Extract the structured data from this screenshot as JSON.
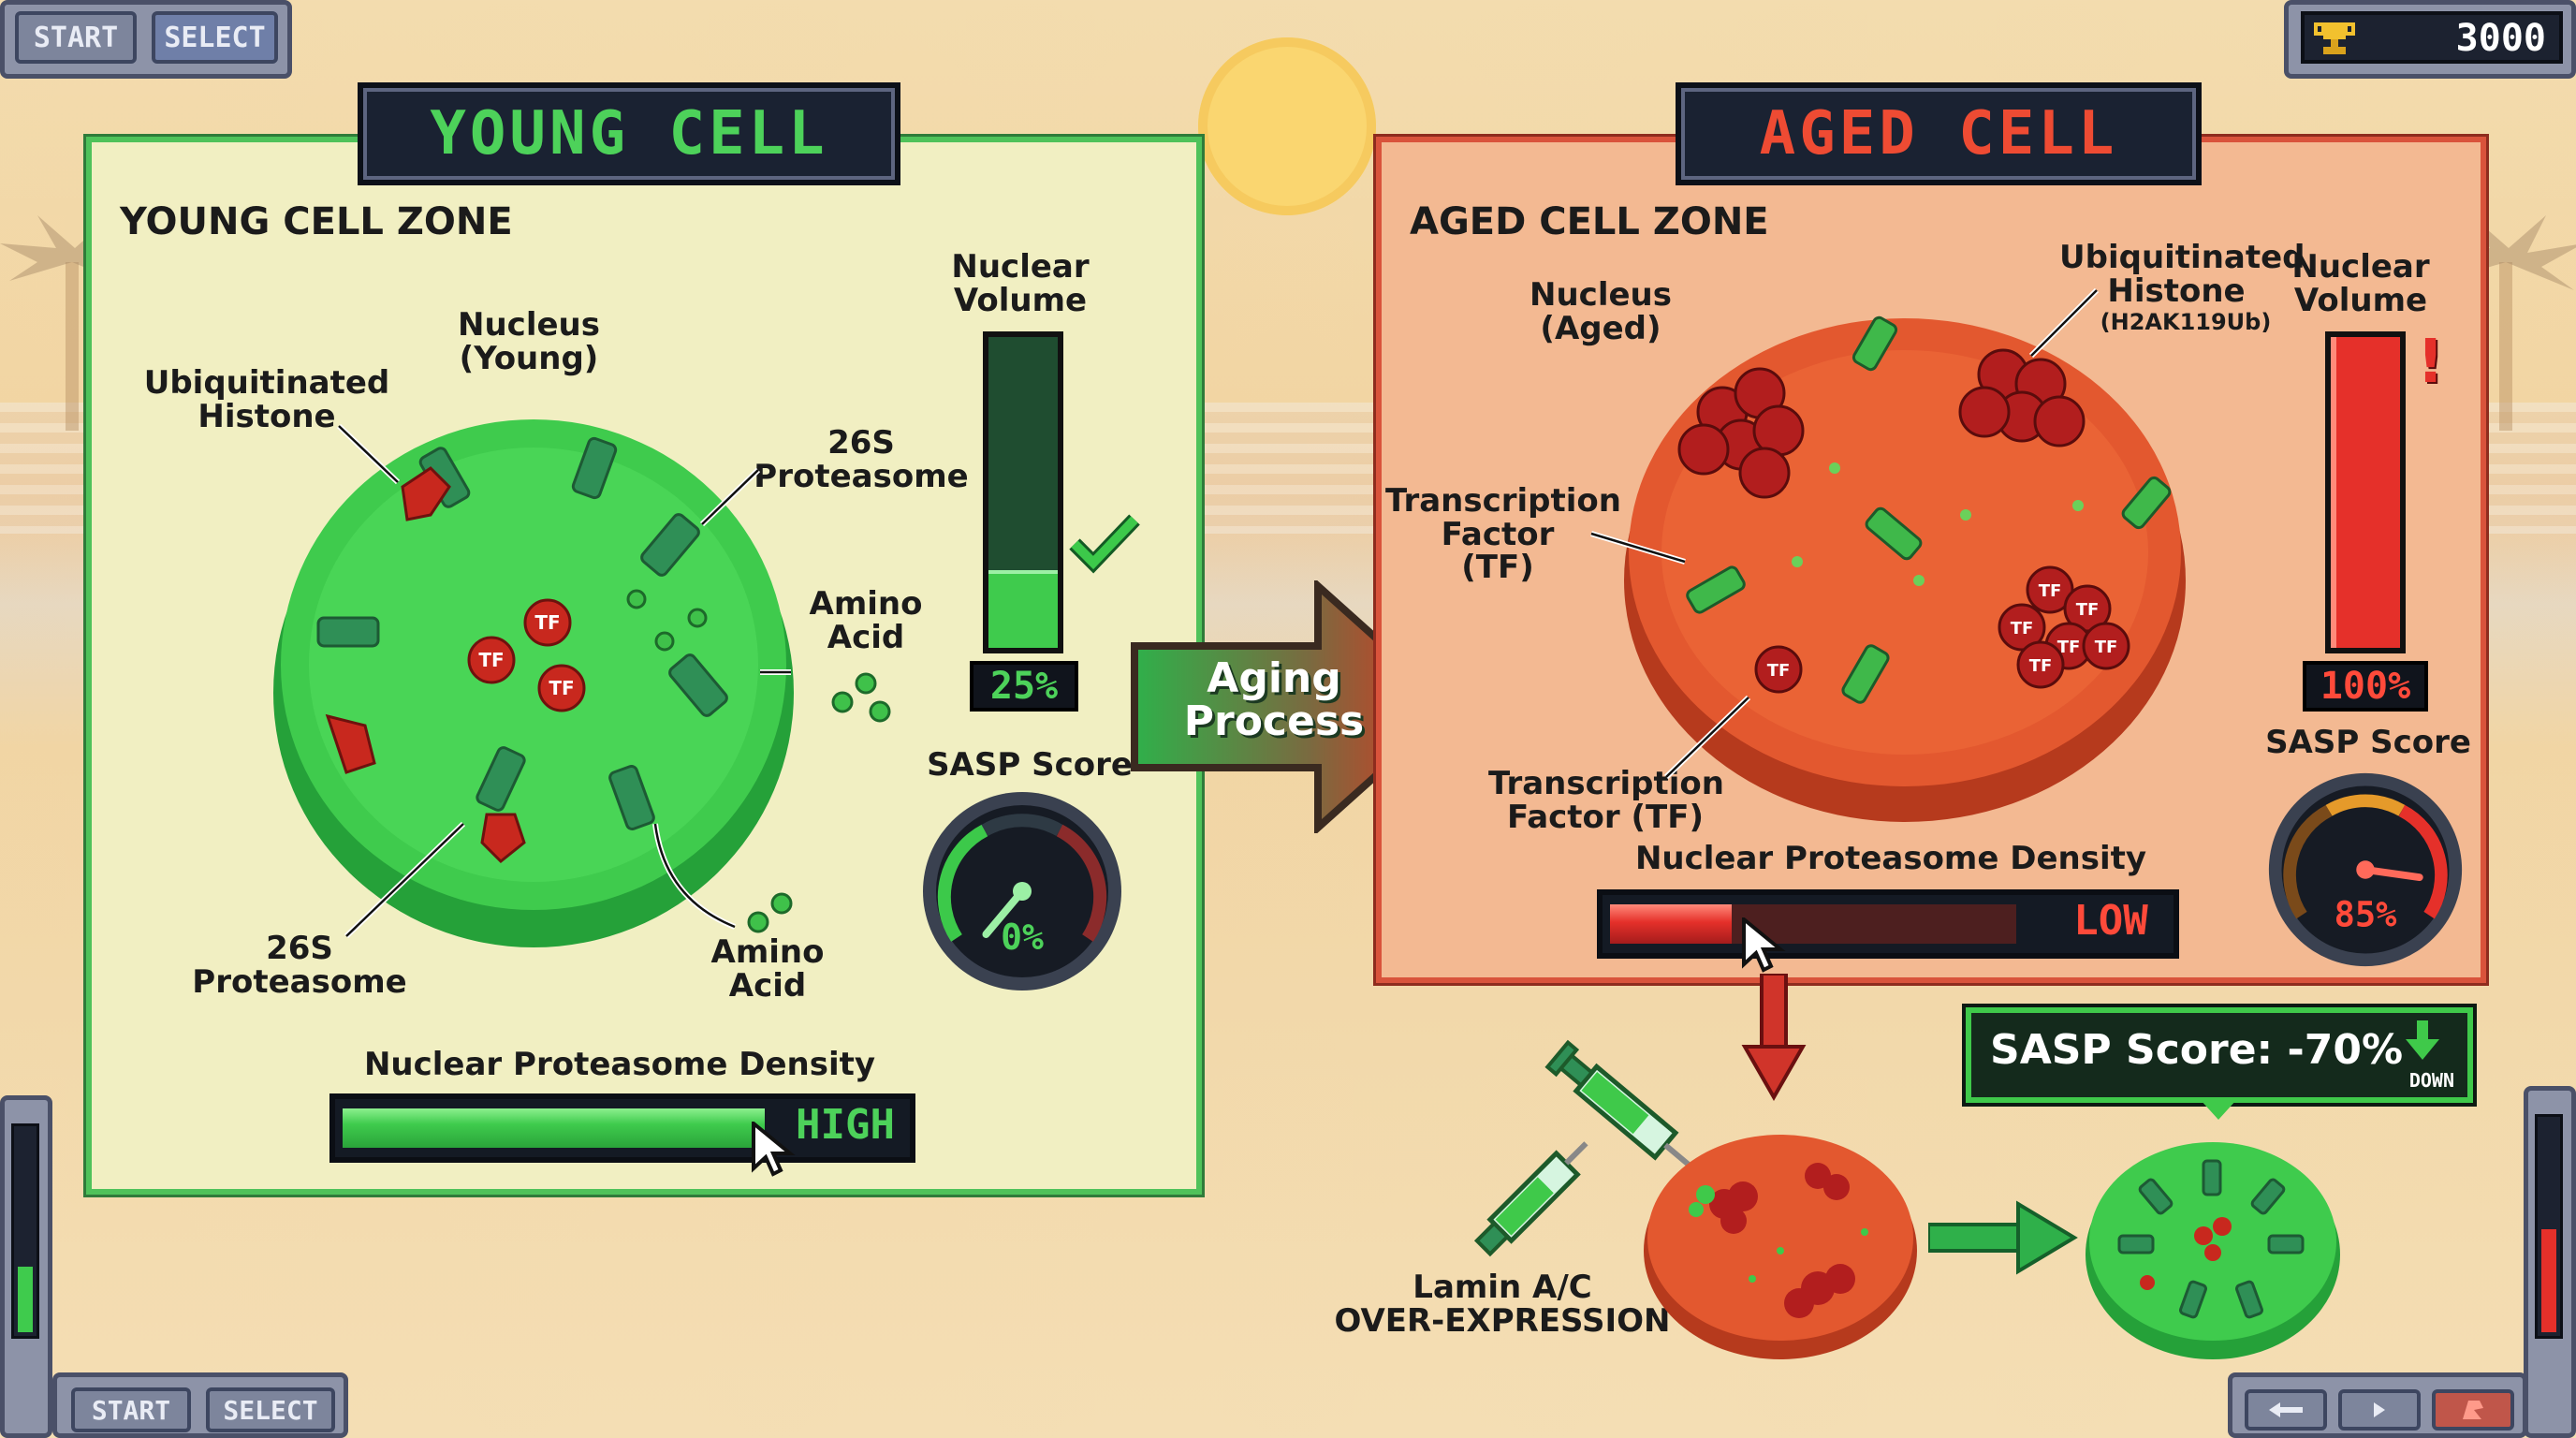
{
  "hud": {
    "top_start": "START",
    "top_select": "SELECT",
    "score": "3000",
    "bottom_start": "START",
    "bottom_select": "SELECT"
  },
  "young": {
    "banner": "YOUNG CELL",
    "zone_title": "YOUNG CELL ZONE",
    "nucleus_label": "Nucleus\n(Young)",
    "ub_histone_label": "Ubiquitinated\nHistone",
    "proteasome_label_top": "26S\nProteasome",
    "amino_acid_label_top": "Amino\nAcid",
    "proteasome_label_bottom": "26S\nProteasome",
    "amino_acid_label_bottom": "Amino\nAcid",
    "tf_tag": "TF",
    "nuclear_volume_label": "Nuclear\nVolume",
    "nuclear_volume_pct": "25%",
    "nuclear_volume_level": 0.25,
    "sasp_label": "SASP Score",
    "sasp_value": "0%",
    "sasp_level": 0.0,
    "density_label": "Nuclear Proteasome Density",
    "density_tag": "HIGH",
    "density_level": 0.92
  },
  "arrow": {
    "text": "Aging\nProcess"
  },
  "aged": {
    "banner": "AGED CELL",
    "zone_title": "AGED CELL ZONE",
    "nucleus_label": "Nucleus\n(Aged)",
    "ub_histone_label": "Ubiquitinated\nHistone",
    "ub_histone_sub": "(H2AK119Ub)",
    "tf_label_top": "Transcription\nFactor\n(TF)",
    "tf_label_bottom": "Transcription\nFactor (TF)",
    "tf_tag": "TF",
    "nuclear_volume_label": "Nuclear\nVolume",
    "nuclear_volume_pct": "100%",
    "nuclear_volume_level": 1.0,
    "warning": "!",
    "sasp_label": "SASP Score",
    "sasp_value": "85%",
    "sasp_level": 0.85,
    "density_label": "Nuclear Proteasome Density",
    "density_tag": "LOW",
    "density_level": 0.3
  },
  "treatment": {
    "label": "Lamin A/C\nOVER-EXPRESSION",
    "sasp_result": "SASP Score: -70%",
    "down_tag": "DOWN"
  },
  "colors": {
    "young_green": "#3cc94a",
    "aged_red": "#e0542c",
    "check": "#2fb34a"
  }
}
